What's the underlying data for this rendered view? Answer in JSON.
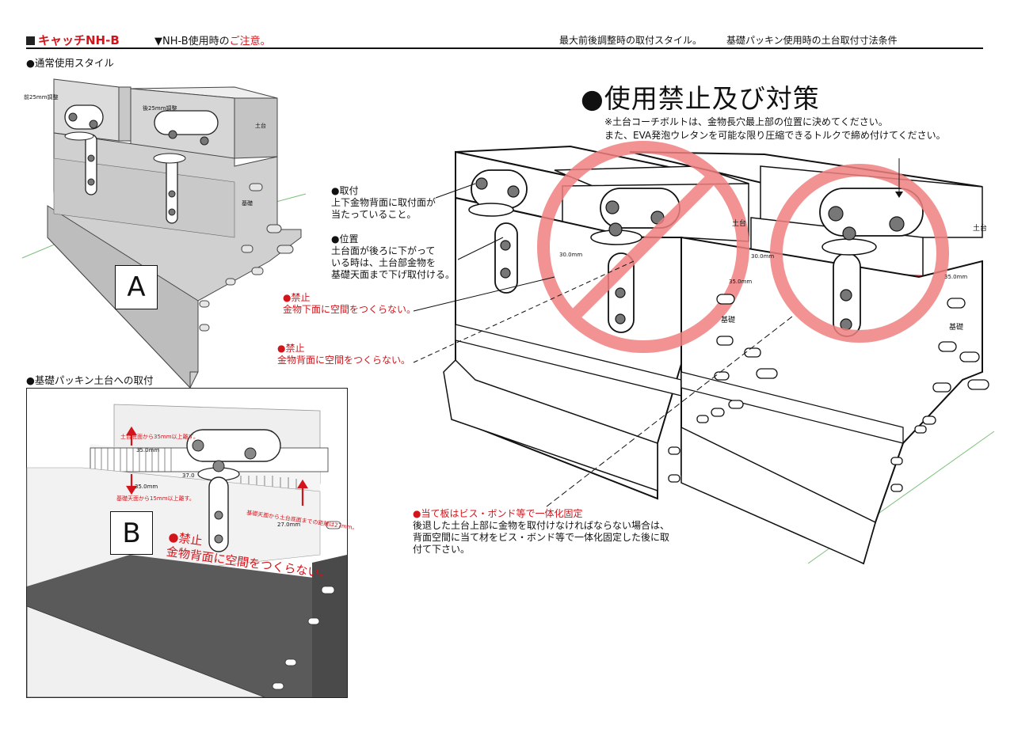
{
  "header": {
    "brand": "キャッチNH-B",
    "notice_prefix": "▼NH-B使用時の",
    "notice_caution": "ご注意。",
    "right_1": "最大前後調整時の取付スタイル。",
    "right_2": "基礎パッキン使用時の土台取付寸法条件"
  },
  "section_a": {
    "title": "●通常使用スタイル",
    "badge": "A",
    "label_front": "前25mm調整",
    "label_back": "後25mm調整",
    "label_dodai": "土台",
    "label_kiso": "基礎"
  },
  "section_b": {
    "title": "●基礎パッキン土台への取付",
    "badge": "B",
    "dim_top_note": "土台底面から35mm以上離す。",
    "dim_top": "35.0mm",
    "dim_mid": "37.0",
    "dim_bottom_note": "基礎天面から15mm以上離す。",
    "dim_bottom": "35.0mm",
    "dim_right_note": "基礎天面から土台底面までの距離は27mm。",
    "dim_right": "27.0mm",
    "warning_title": "●禁止",
    "warning_text": "金物背面に空間をつくらない。"
  },
  "main": {
    "title": "●使用禁止及び対策",
    "note_1": "※土台コーチボルトは、金物長穴最上部の位置に決めてください。",
    "note_2": "また、EVA発泡ウレタンを可能な限り圧縮できるトルクで締め付けてください。",
    "callout_mount_title": "●取付",
    "callout_mount_l1": "上下金物背面に取付面が",
    "callout_mount_l2": "当たっていること。",
    "callout_pos_title": "●位置",
    "callout_pos_l1": "土台面が後ろに下がって",
    "callout_pos_l2": "いる時は、土台部金物を",
    "callout_pos_l3": "基礎天面まで下げ取付ける。",
    "callout_ban1_title": "●禁止",
    "callout_ban1_text": "金物下面に空間をつくらない。",
    "callout_ban2_title": "●禁止",
    "callout_ban2_text": "金物背面に空間をつくらない。",
    "callout_plate_title": "●当て板はビス・ボンド等で一体化固定",
    "callout_plate_l1": "後退した土台上部に金物を取付けなければならない場合は、",
    "callout_plate_l2": "背面空間に当て材をビス・ボンド等で一体化固定した後に取",
    "callout_plate_l3": "付て下さい。",
    "dim_1": "30.0mm",
    "dim_2": "35.0mm",
    "dim_3": "30.0mm",
    "dim_4": "35.0mm",
    "label_dodai_1": "土台",
    "label_dodai_2": "土台",
    "label_kiso_1": "基礎",
    "label_kiso_2": "基礎"
  },
  "colors": {
    "accent_red": "#d3141b",
    "prohibit_red": "#f08080",
    "concrete": "#d9d9d9",
    "dark": "#5a5a5a"
  }
}
